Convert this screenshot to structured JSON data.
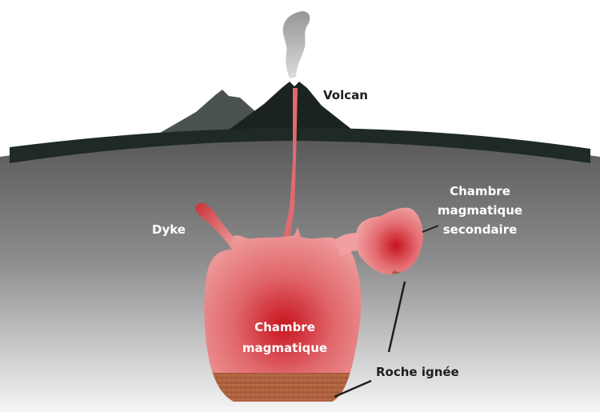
{
  "diagram": {
    "labels": {
      "volcano": "Volcan",
      "dyke": "Dyke",
      "secondary_chamber": [
        "Chambre",
        "magmatique",
        "secondaire"
      ],
      "main_chamber": [
        "Chambre",
        "magmatique"
      ],
      "igneous_rock": "Roche ignée"
    },
    "colors": {
      "crust_top": "#5a5a5a",
      "crust_bottom": "#f2f2f2",
      "surface_band": "#1f2a27",
      "volcano": "#1b2320",
      "volcano_back": "#4b5350",
      "magma_light": "#f2a3a3",
      "magma_core": "#c8141e",
      "rock": "#b5663f",
      "smoke": "#9a9a9a"
    }
  }
}
